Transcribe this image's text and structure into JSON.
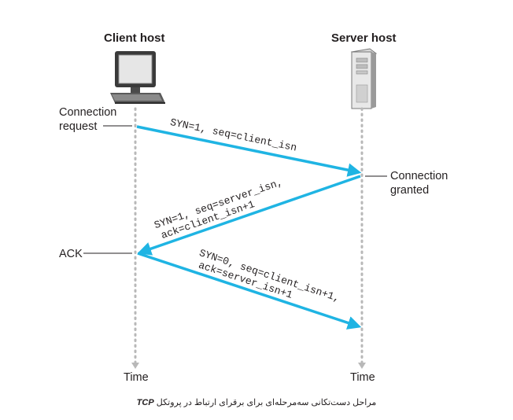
{
  "hosts": {
    "client": {
      "title": "Client host"
    },
    "server": {
      "title": "Server host"
    }
  },
  "labels": {
    "connection_request": [
      "Connection",
      "request"
    ],
    "connection_granted": [
      "Connection",
      "granted"
    ],
    "ack": "ACK",
    "time_client": "Time",
    "time_server": "Time"
  },
  "messages": {
    "syn": "SYN=1, seq=client_isn",
    "synack_line1": "SYN=1, seq=server_isn,",
    "synack_line2": "ack=client_isn+1",
    "ack_line1": "SYN=0, seq=client_isn+1,",
    "ack_line2": "ack=server_isn+1"
  },
  "caption": {
    "text": "مراحل دست‌تکانی سه‌مرحله‌ای برای برقرای ارتباط در پروتکل",
    "protocol": "TCP"
  },
  "colors": {
    "arrow": "#1fb4e3",
    "timeline": "#b8b8b8",
    "text": "#231f20"
  }
}
